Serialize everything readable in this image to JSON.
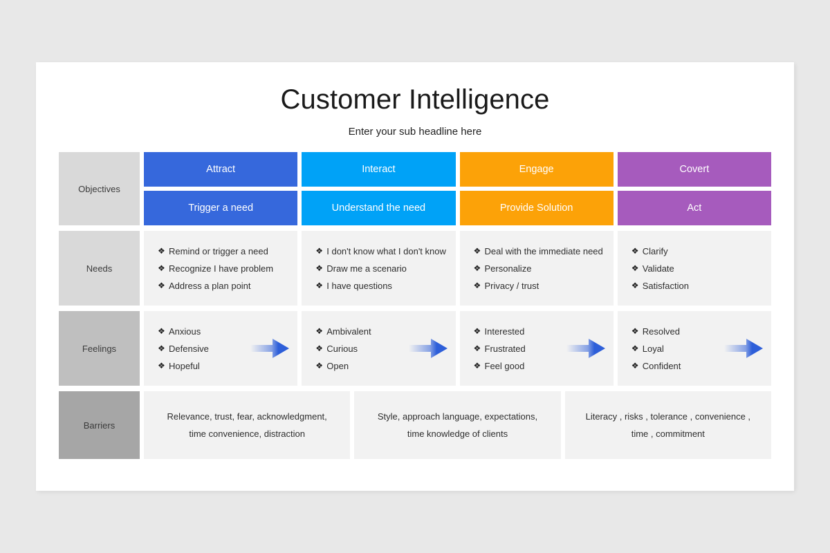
{
  "header": {
    "title": "Customer Intelligence",
    "subtitle": "Enter your sub headline here"
  },
  "bullet_glyph": "❖",
  "colors": {
    "background": "#e8e8e8",
    "slide": "#ffffff",
    "cell": "#f2f2f2",
    "label_light": "#d9d9d9",
    "label_mid": "#bfbfbf",
    "label_dark": "#a6a6a6",
    "attract": "#3668dc",
    "interact": "#00a2f7",
    "engage": "#fca208",
    "covert": "#a65bbd",
    "arrow": "#2e5fd9"
  },
  "rows": {
    "objectives": {
      "label": "Objectives",
      "columns": [
        {
          "top": "Attract",
          "bottom": "Trigger a need",
          "color": "#3668dc"
        },
        {
          "top": "Interact",
          "bottom": "Understand the need",
          "color": "#00a2f7"
        },
        {
          "top": "Engage",
          "bottom": "Provide Solution",
          "color": "#fca208"
        },
        {
          "top": "Covert",
          "bottom": "Act",
          "color": "#a65bbd"
        }
      ]
    },
    "needs": {
      "label": "Needs",
      "columns": [
        {
          "items": [
            "Remind or trigger a need",
            "Recognize I have problem",
            "Address a plan point"
          ]
        },
        {
          "items": [
            "I don't know what I don't know",
            "Draw me a scenario",
            "I have questions"
          ]
        },
        {
          "items": [
            "Deal with the immediate need",
            "Personalize",
            "Privacy / trust"
          ]
        },
        {
          "items": [
            "Clarify",
            "Validate",
            "Satisfaction"
          ]
        }
      ]
    },
    "feelings": {
      "label": "Feelings",
      "columns": [
        {
          "items": [
            "Anxious",
            "Defensive",
            "Hopeful"
          ],
          "arrow": true
        },
        {
          "items": [
            "Ambivalent",
            "Curious",
            "Open"
          ],
          "arrow": true
        },
        {
          "items": [
            "Interested",
            "Frustrated",
            "Feel good"
          ],
          "arrow": true
        },
        {
          "items": [
            "Resolved",
            "Loyal",
            "Confident"
          ],
          "arrow": true
        }
      ]
    },
    "barriers": {
      "label": "Barriers",
      "columns": [
        {
          "line1": "Relevance, trust, fear, acknowledgment,",
          "line2": "time convenience, distraction"
        },
        {
          "line1": "Style, approach language, expectations,",
          "line2": "time knowledge of clients"
        },
        {
          "line1": "Literacy , risks , tolerance , convenience ,",
          "line2": "time , commitment"
        }
      ]
    }
  }
}
